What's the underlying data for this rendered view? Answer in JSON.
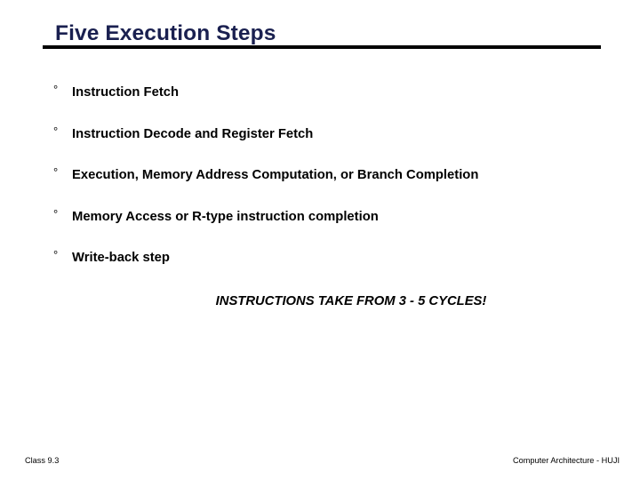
{
  "slide": {
    "title": "Five Execution Steps",
    "title_color": "#1a2050",
    "rule_color": "#000000",
    "background": "#ffffff"
  },
  "bullets": {
    "marker_glyph": "°",
    "items": [
      {
        "label": "Instruction Fetch"
      },
      {
        "label": "Instruction Decode and Register Fetch"
      },
      {
        "label": "Execution, Memory Address Computation, or Branch Completion"
      },
      {
        "label": "Memory Access or R-type instruction completion"
      },
      {
        "label": "Write-back step"
      }
    ]
  },
  "emphasis": {
    "text": "INSTRUCTIONS TAKE FROM 3 - 5 CYCLES!"
  },
  "footer": {
    "left": "Class 9.3",
    "right": "Computer Architecture - HUJI"
  }
}
